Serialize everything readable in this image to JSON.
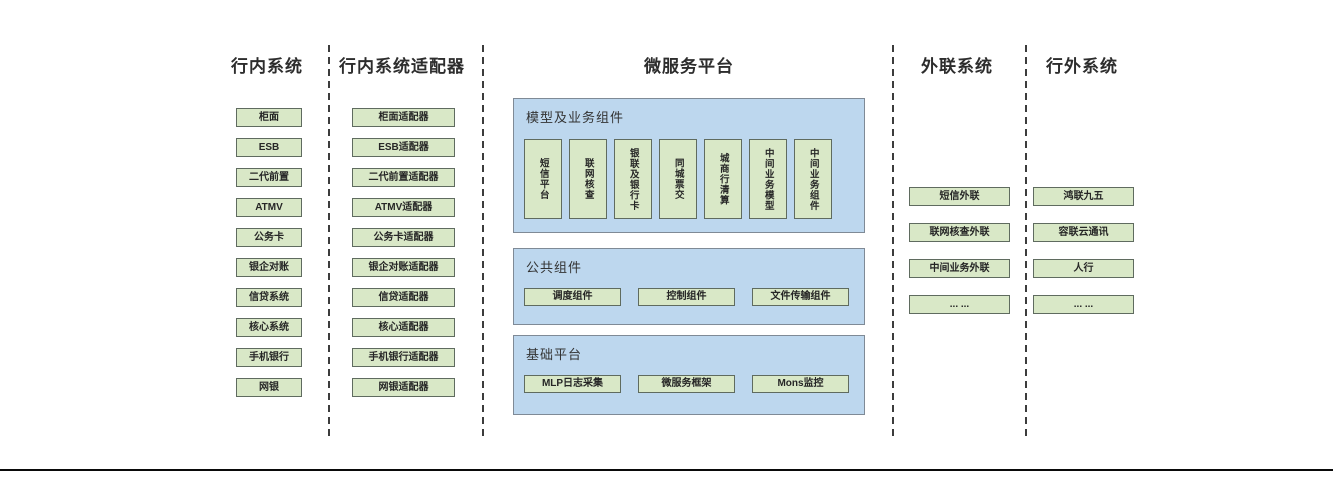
{
  "columns": [
    {
      "title": "行内系统",
      "items": [
        "柜面",
        "ESB",
        "二代前置",
        "ATMV",
        "公务卡",
        "银企对账",
        "信贷系统",
        "核心系统",
        "手机银行",
        "网银"
      ]
    },
    {
      "title": "行内系统适配器",
      "items": [
        "柜面适配器",
        "ESB适配器",
        "二代前置适配器",
        "ATMV适配器",
        "公务卡适配器",
        "银企对账适配器",
        "信贷适配器",
        "核心适配器",
        "手机银行适配器",
        "网银适配器"
      ]
    },
    {
      "title": "微服务平台",
      "groups": [
        {
          "label": "模型及业务组件",
          "items": [
            "短信平台",
            "联网核查",
            "银联及银行卡",
            "同城票交",
            "城商行清算",
            "中间业务模型",
            "中间业务组件"
          ]
        },
        {
          "label": "公共组件",
          "items": [
            "调度组件",
            "控制组件",
            "文件传输组件"
          ]
        },
        {
          "label": "基础平台",
          "items": [
            "MLP日志采集",
            "微服务框架",
            "Mons监控"
          ]
        }
      ]
    },
    {
      "title": "外联系统",
      "items": [
        "短信外联",
        "联网核查外联",
        "中间业务外联",
        "... ..."
      ]
    },
    {
      "title": "行外系统",
      "items": [
        "鸿联九五",
        "容联云通讯",
        "人行",
        "... ..."
      ]
    }
  ],
  "colors": {
    "green_box_fill": "#d9e8c7",
    "green_box_border": "#5f6b5f",
    "blue_panel_fill": "#bdd7ee",
    "blue_panel_border": "#7f8a96",
    "separator_dash": "#3c3c3c",
    "bottom_line": "#0a0a0a",
    "text": "#262626"
  }
}
